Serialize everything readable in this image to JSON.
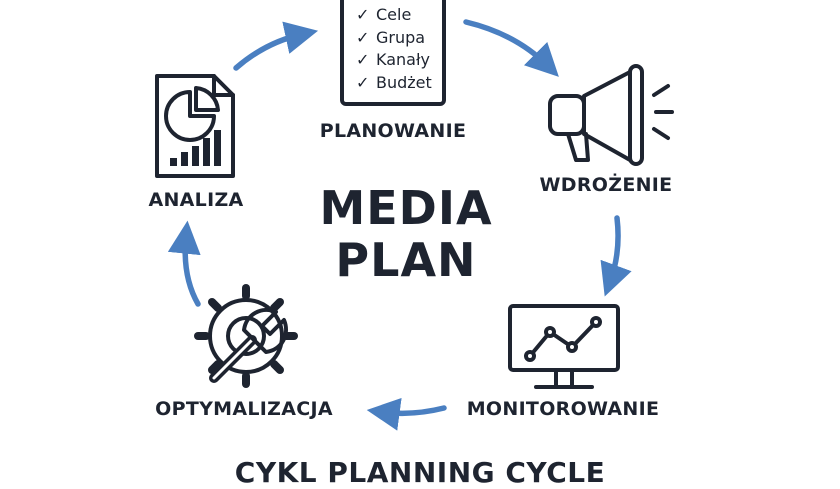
{
  "diagram": {
    "center_title_line1": "MEDIA",
    "center_title_line2": "PLAN",
    "footer": "CYKL PLANNING CYCLE",
    "stages": {
      "planowanie": "PLANOWANIE",
      "wdrozenie": "WDROŻENIE",
      "monitorowanie": "MONITOROWANIE",
      "optymalizacja": "OPTYMALIZACJA",
      "analiza": "ANALIZA"
    },
    "checklist": [
      "Cele",
      "Grupa",
      "Kanały",
      "Budżet"
    ],
    "colors": {
      "arrow": "#4a7fc1",
      "stroke": "#1e2430"
    },
    "icons": {
      "planowanie": "clipboard-checklist-icon",
      "wdrozenie": "megaphone-icon",
      "monitorowanie": "monitor-chart-icon",
      "optymalizacja": "gear-wrench-icon",
      "analiza": "report-pie-chart-icon"
    }
  }
}
